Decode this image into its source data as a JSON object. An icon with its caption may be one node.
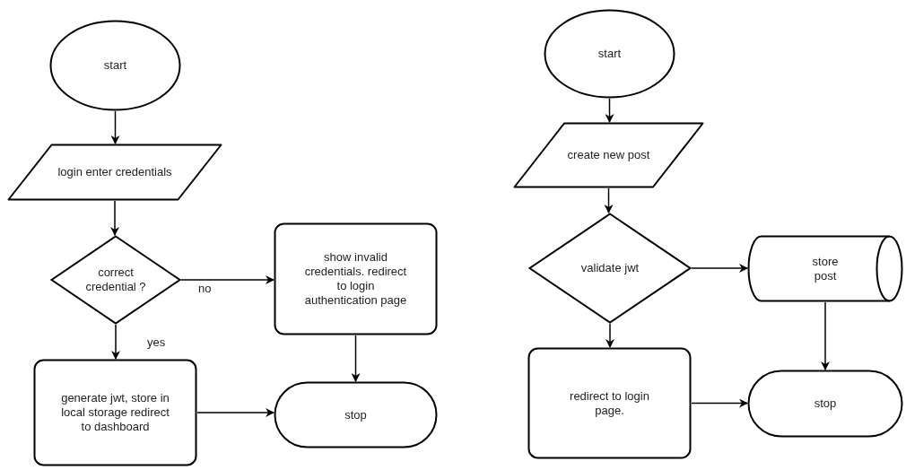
{
  "diagram": {
    "nodes": [
      {
        "text": [
          "start"
        ]
      },
      {
        "text": [
          "login enter credentials"
        ]
      },
      {
        "text": [
          "correct credential ?"
        ]
      },
      {
        "text": [
          "show invalid credentials. redirect to login authentication page"
        ]
      },
      {
        "text": [
          "generate jwt, store in local storage redirect to dashboard"
        ]
      },
      {
        "text": [
          "stop"
        ]
      },
      {
        "text": [
          "start"
        ]
      },
      {
        "text": [
          "create new post"
        ]
      },
      {
        "text": [
          "validate jwt"
        ]
      },
      {
        "text": [
          "store post"
        ]
      },
      {
        "text": [
          "redirect to login page."
        ]
      },
      {
        "text": [
          "stop"
        ]
      }
    ],
    "edges": [
      {
        "from": 0,
        "to": 1,
        "arrow": "to"
      },
      {
        "from": 1,
        "to": 2,
        "arrow": "to"
      },
      {
        "from": 2,
        "to": 3,
        "arrow": "to",
        "label": "no"
      },
      {
        "from": 2,
        "to": 4,
        "arrow": "to",
        "label": "yes"
      },
      {
        "from": 3,
        "to": 5,
        "arrow": "to"
      },
      {
        "from": 4,
        "to": 5,
        "arrow": "to"
      },
      {
        "from": 6,
        "to": 7,
        "arrow": "to"
      },
      {
        "from": 7,
        "to": 8,
        "arrow": "to"
      },
      {
        "from": 8,
        "to": 9,
        "arrow": "to"
      },
      {
        "from": 9,
        "to": 11,
        "arrow": "to"
      },
      {
        "from": 8,
        "to": 10,
        "arrow": "to"
      },
      {
        "from": 10,
        "to": 11,
        "arrow": "to"
      }
    ]
  }
}
